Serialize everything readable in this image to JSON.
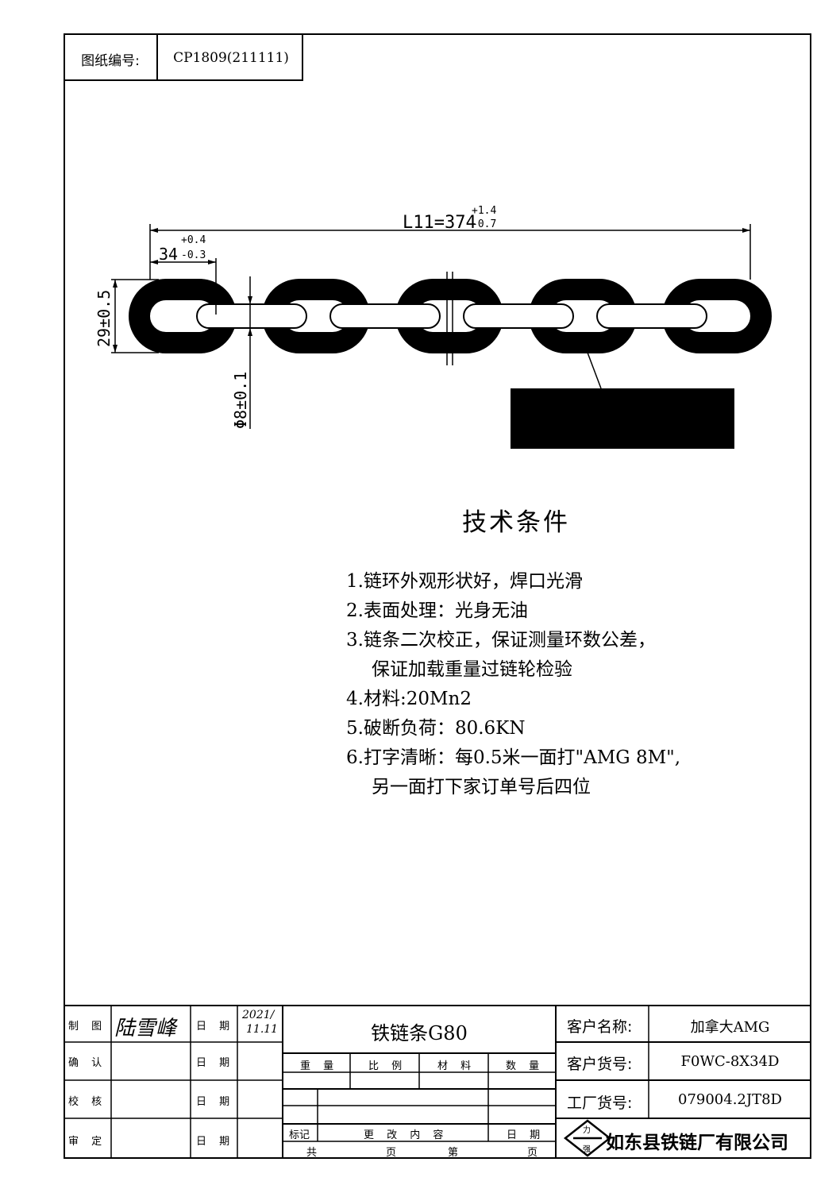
{
  "drawing_number": {
    "label": "图纸编号:",
    "value": "CP1809(211111)"
  },
  "dimensions": {
    "length_main": "L11=374",
    "length_tol_plus": "+1.4",
    "length_tol_minus": "-0.7",
    "pitch_main": "34",
    "pitch_tol_plus": "+0.4",
    "pitch_tol_minus": "-0.3",
    "width": "29±0.5",
    "diameter": "Φ8±0.1"
  },
  "marking_label": "AMG 8M",
  "tech_title": "技术条件",
  "tech_items": [
    "1.链环外观形状好，焊口光滑",
    "2.表面处理：光身无油",
    "3.链条二次校正，保证测量环数公差，",
    "保证加载重量过链轮检验",
    "4.材料:20Mn2",
    "5.破断负荷：80.6KN",
    "6.打字清晰：每0.5米一面打\"AMG 8M\",",
    "另一面打下家订单号后四位"
  ],
  "title_block": {
    "row_labels": [
      "制  图",
      "确  认",
      "校  核",
      "审  定"
    ],
    "drafter_signature": "陆雪峰",
    "date_label": "日  期",
    "date_value_1": "2021/",
    "date_value_2": "11.11",
    "product_name": "铁链条G80",
    "col_weight": "重  量",
    "col_scale": "比  例",
    "col_material": "材  料",
    "col_qty": "数  量",
    "mark_label": "标记",
    "change_label": "更 改 内 容",
    "change_date_label": "日  期",
    "total_label": "共",
    "page_label": "页",
    "no_label": "第",
    "page_label_2": "页",
    "customer_name_label": "客户名称:",
    "customer_name": "加拿大AMG",
    "customer_no_label": "客户货号:",
    "customer_no": "F0WC-8X34D",
    "factory_no_label": "工厂货号:",
    "factory_no": "079004.2JT8D",
    "company_name": "如东县铁链厂有限公司",
    "logo_top_char": "力",
    "logo_bottom_char": "强"
  }
}
